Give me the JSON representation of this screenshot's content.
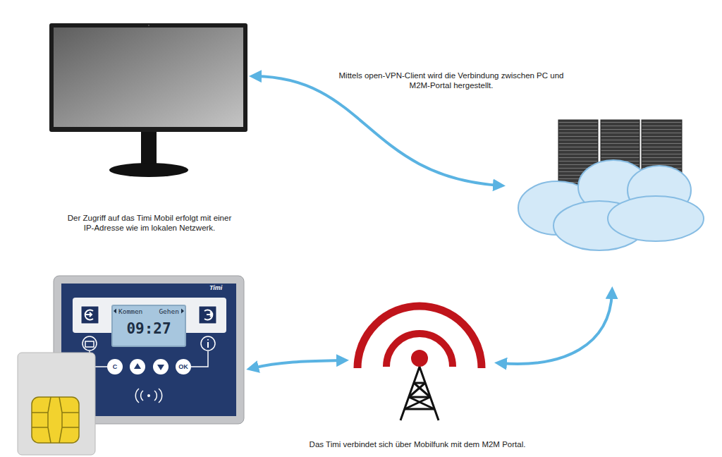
{
  "diagram": {
    "nodes": [
      {
        "text": [
          "Timi"
        ]
      },
      {
        "text": [
          "Kommen",
          "Gehen",
          "09:27"
        ],
        "in": 0
      },
      {
        "text": [
          "C"
        ],
        "in": 0
      },
      {
        "text": [
          "OK"
        ],
        "in": 0
      }
    ],
    "labels": [
      "Mittels open-VPN-Client wird die Verbindung zwischen PC und M2M-Portal hergestellt.",
      "Der Zugriff auf das Timi Mobil erfolgt mit einer IP-Adresse wie im lokalen Netzwerk.",
      "Das Timi verbindet sich über Mobilfunk mit dem M2M Portal."
    ]
  }
}
